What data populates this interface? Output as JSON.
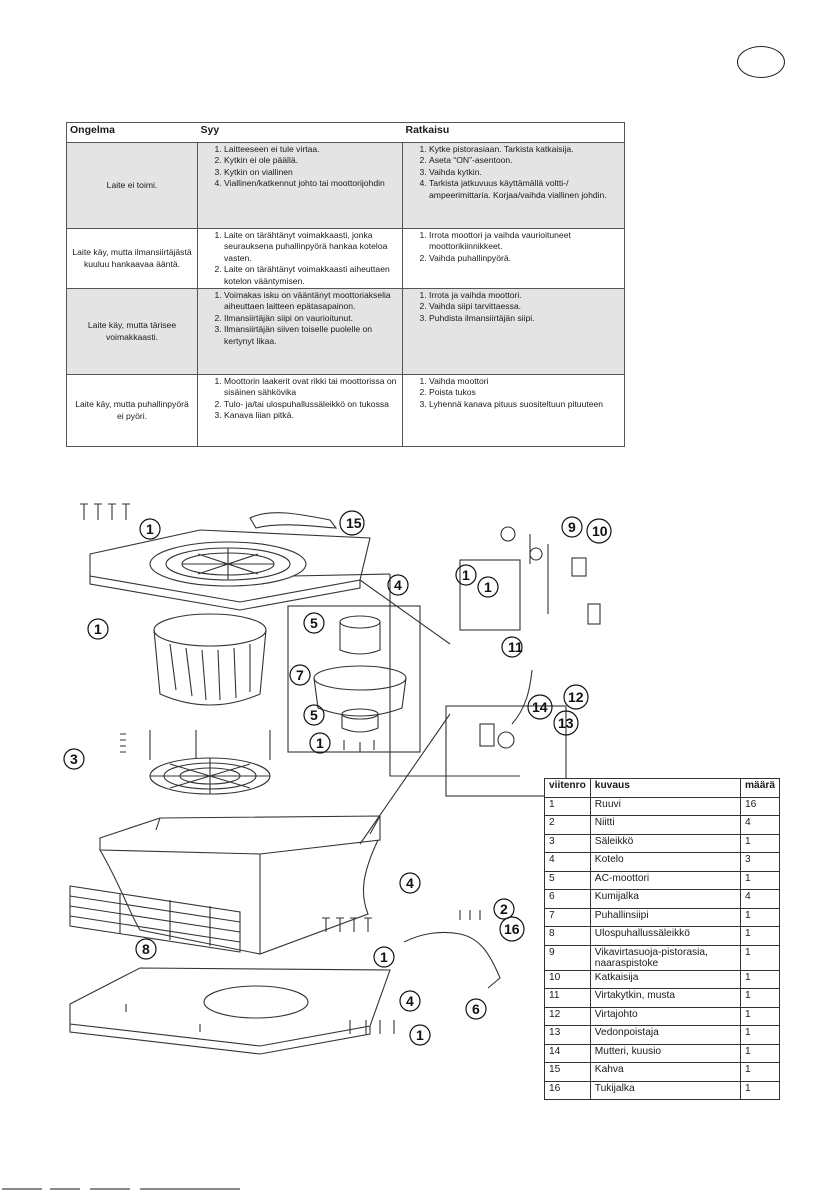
{
  "language_badge": "",
  "troubleshooting": {
    "headers": {
      "problem": "Ongelma",
      "cause": "Syy",
      "solution": "Ratkaisu"
    },
    "rows": [
      {
        "problem": "Laite ei toimi.",
        "causes": [
          "Laitteeseen ei tule virtaa.",
          "Kytkin ei ole päällä.",
          "Kytkin on viallinen",
          "Viallinen/katkennut johto tai moottorijohdin"
        ],
        "solutions": [
          "Kytke pistorasiaan. Tarkista katkaisija.",
          "Aseta “ON”-asentoon.",
          "Vaihda kytkin.",
          "Tarkista jatkuvuus käyttämällä voltti-/ ampeerimittaria. Korjaa/vaihda viallinen johdin."
        ]
      },
      {
        "problem": "Laite käy, mutta ilmansiirtäjästä kuuluu hankaavaa ääntä.",
        "causes": [
          "Laite on tärähtänyt voimakkaasti, jonka seurauksena puhallinpyörä hankaa koteloa vasten.",
          "Laite on tärähtänyt voimakkaasti aiheuttaen kotelon vääntymisen."
        ],
        "solutions": [
          "Irrota moottori ja vaihda vaurioituneet moottorikiinnikkeet.",
          "Vaihda puhallinpyörä."
        ]
      },
      {
        "problem": "Laite käy, mutta tärisee voimakkaasti.",
        "causes": [
          "Voimakas isku on vääntänyt moottoriakselia aiheuttaen laitteen epätasapainon.",
          "Ilmansiirtäjän siipi on vaurioitunut.",
          "Ilmansiirtäjän siiven toiselle puolelle on kertynyt likaa."
        ],
        "solutions": [
          "Irrota ja vaihda moottori.",
          "Vaihda siipi tarvittaessa.",
          "Puhdista ilmansiirtäjän siipi."
        ]
      },
      {
        "problem": "Laite käy, mutta puhallinpyörä ei pyöri.",
        "causes": [
          "Moottorin laakerit ovat rikki tai moottorissa on sisäinen sähkövika",
          "Tulo- ja/tai ulospuhallussäleikkö on tukossa",
          "Kanava liian pitkä."
        ],
        "solutions": [
          "Vaihda moottori",
          "Poista tukos",
          "Lyhennä kanava pituus suositeltuun pituuteen"
        ]
      }
    ]
  },
  "diagram_callouts": [
    "1",
    "15",
    "4",
    "1",
    "1",
    "9",
    "10",
    "11",
    "5",
    "7",
    "1",
    "5",
    "1",
    "3",
    "14",
    "12",
    "13",
    "4",
    "2",
    "16",
    "8",
    "1",
    "4",
    "6",
    "1"
  ],
  "parts": {
    "headers": {
      "ref": "viitenro",
      "desc": "kuvaus",
      "qty": "määrä"
    },
    "rows": [
      {
        "ref": "1",
        "desc": "Ruuvi",
        "qty": "16"
      },
      {
        "ref": "2",
        "desc": "Niitti",
        "qty": "4"
      },
      {
        "ref": "3",
        "desc": "Säleikkö",
        "qty": "1"
      },
      {
        "ref": "4",
        "desc": "Kotelo",
        "qty": "3"
      },
      {
        "ref": "5",
        "desc": "AC-moottori",
        "qty": "1"
      },
      {
        "ref": "6",
        "desc": "Kumijalka",
        "qty": "4"
      },
      {
        "ref": "7",
        "desc": "Puhallinsiipi",
        "qty": "1"
      },
      {
        "ref": "8",
        "desc": "Ulospuhallussäleikkö",
        "qty": "1"
      },
      {
        "ref": "9",
        "desc": "Vikavirtasuoja-pistorasia, naaraspistoke",
        "qty": "1"
      },
      {
        "ref": "10",
        "desc": "Katkaisija",
        "qty": "1"
      },
      {
        "ref": "11",
        "desc": "Virtakytkin, musta",
        "qty": "1"
      },
      {
        "ref": "12",
        "desc": "Virtajohto",
        "qty": "1"
      },
      {
        "ref": "13",
        "desc": "Vedonpoistaja",
        "qty": "1"
      },
      {
        "ref": "14",
        "desc": "Mutteri, kuusio",
        "qty": "1"
      },
      {
        "ref": "15",
        "desc": "Kahva",
        "qty": "1"
      },
      {
        "ref": "16",
        "desc": "Tukijalka",
        "qty": "1"
      }
    ]
  }
}
